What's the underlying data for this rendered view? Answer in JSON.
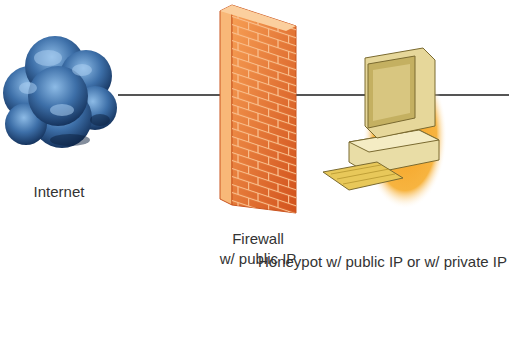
{
  "diagram": {
    "nodes": [
      {
        "text": [
          "Internet"
        ]
      },
      {
        "text": [
          "Firewall w/ public IP"
        ]
      },
      {
        "text": [
          "Honeypot w/ public IP or w/ private IP"
        ]
      }
    ],
    "edges": [
      {
        "from": 0,
        "to": 1,
        "arrow": "none"
      },
      {
        "from": 1,
        "to": 2,
        "arrow": "none"
      }
    ]
  }
}
